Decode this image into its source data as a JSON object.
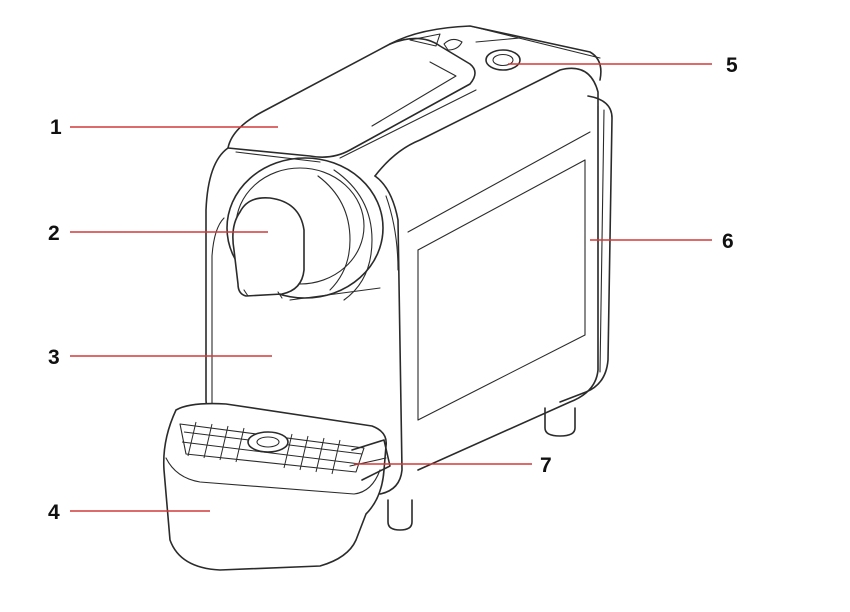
{
  "diagram": {
    "callouts": [
      {
        "id": "1",
        "label": "1"
      },
      {
        "id": "2",
        "label": "2"
      },
      {
        "id": "3",
        "label": "3"
      },
      {
        "id": "4",
        "label": "4"
      },
      {
        "id": "5",
        "label": "5"
      },
      {
        "id": "6",
        "label": "6"
      },
      {
        "id": "7",
        "label": "7"
      }
    ],
    "colors": {
      "leader": "#d43a3a",
      "ink": "#2b2b2b",
      "background": "#ffffff"
    }
  }
}
